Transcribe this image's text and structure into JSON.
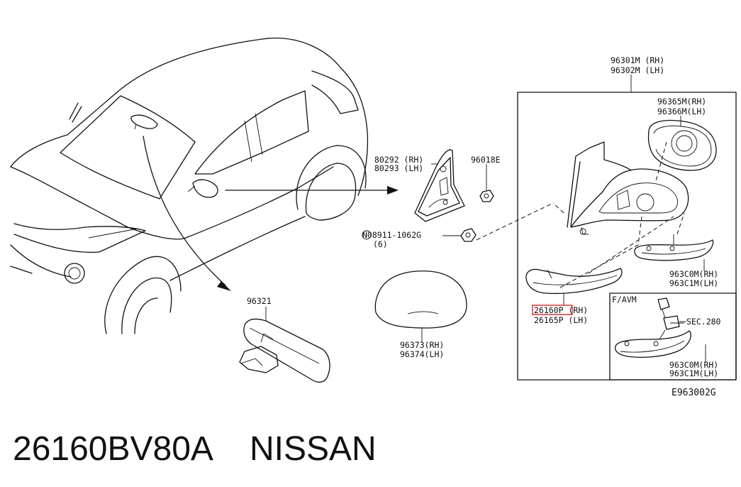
{
  "labels": {
    "mirror_assy": [
      "96301M (RH)",
      "96302M (LH)"
    ],
    "mirror_glass": [
      "96365M(RH)",
      "96366M(LH)"
    ],
    "corner_cover": [
      "80292 (RH)",
      "80293 (LH)"
    ],
    "clip": "96018E",
    "nut": [
      "N08911-1062G",
      "(6)"
    ],
    "side_lamp": [
      "963C0M(RH)",
      "963C1M(LH)"
    ],
    "turn_lamp_rh_highlight": "26160P",
    "turn_lamp_rh_suffix": " (RH)",
    "turn_lamp_lh": "26165P (LH)",
    "avm_title": "F/AVM",
    "sec_ref": "SEC.280",
    "avm_lamp": [
      "963C0M(RH)",
      "963C1M(LH)"
    ],
    "inner_mirror": "96321",
    "cap": [
      "96373(RH)",
      "96374(LH)"
    ],
    "figure_code": "E963002G"
  },
  "footer": {
    "part_number": "26160BV80A",
    "brand": "NISSAN"
  },
  "colors": {
    "line": "#111111",
    "highlight": "#e02020"
  }
}
